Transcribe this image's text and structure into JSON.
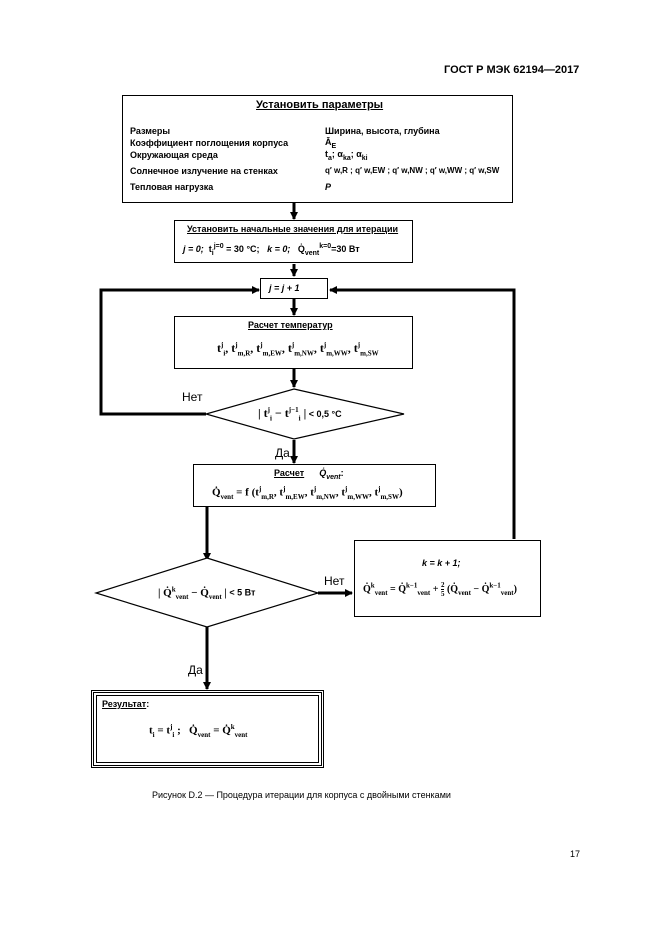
{
  "header": {
    "standard": "ГОСТ Р МЭК 62194—2017"
  },
  "params_box": {
    "title": "Установить параметры",
    "rows": [
      {
        "label": "Размеры",
        "value": "Ширина, высота, глубина"
      },
      {
        "label": "Коэффициент поглощения корпуса",
        "value": "Ā",
        "value_sub": "E"
      },
      {
        "label": "Окружающая среда",
        "value": "t",
        "value_sub": "a",
        "value_rest": "; α",
        "value_sub2": "ka",
        "value_rest2": "; α",
        "value_sub3": "ki"
      },
      {
        "label": "Солнечное излучение на стенках",
        "value": "q′ w,R ; q′ w,EW ; q′ w,NW ; q′ w,WW ; q′ w,SW"
      },
      {
        "label": "Тепловая нагрузка",
        "value": "P"
      }
    ]
  },
  "init_box": {
    "title": "Установить начальные значения для итерации",
    "line_j": "j = 0;",
    "line_t": "t",
    "line_t_sub": "i",
    "line_t_sup": "j=0",
    "line_t_rest": " = 30 °C;",
    "line_k": "k = 0;",
    "line_q": "Q̇",
    "line_q_sub": "vent",
    "line_q_sup": "k=0",
    "line_q_rest": "=30 Вт"
  },
  "increment_j": "j = j + 1",
  "temp_box": {
    "title": "Расчет температур",
    "formula": "t, t, t, t, t, t"
  },
  "temp_formula": [
    {
      "base": "t",
      "sup": "j",
      "sub": "i"
    },
    {
      "base": "t",
      "sup": "j",
      "sub": "m,R"
    },
    {
      "base": "t",
      "sup": "j",
      "sub": "m,EW"
    },
    {
      "base": "t",
      "sup": "j",
      "sub": "m,NW"
    },
    {
      "base": "t",
      "sup": "j",
      "sub": "m,WW"
    },
    {
      "base": "t",
      "sup": "j",
      "sub": "m,SW"
    }
  ],
  "decision1": {
    "condition_rest": " < 0,5 °C",
    "no": "Нет",
    "yes": "Да"
  },
  "vent_box": {
    "title": "Расчет",
    "title_q": "Q̇",
    "title_q_sub": "vent",
    "title_colon": ":",
    "formula_lhs": "Q̇",
    "formula_lhs_sub": "vent",
    "formula_rest": " = f ("
  },
  "decision2": {
    "condition_rest": " < 5 Вт",
    "no": "Нет",
    "yes": "Да"
  },
  "k_box": {
    "line1": "k = k + 1;",
    "frac_num": "2",
    "frac_den": "5"
  },
  "result_box": {
    "title": "Результат",
    "colon": ":"
  },
  "caption": "Рисунок D.2 — Процедура итерации для корпуса с двойными стенками",
  "page_number": "17",
  "colors": {
    "line": "#000000",
    "background": "#ffffff"
  }
}
